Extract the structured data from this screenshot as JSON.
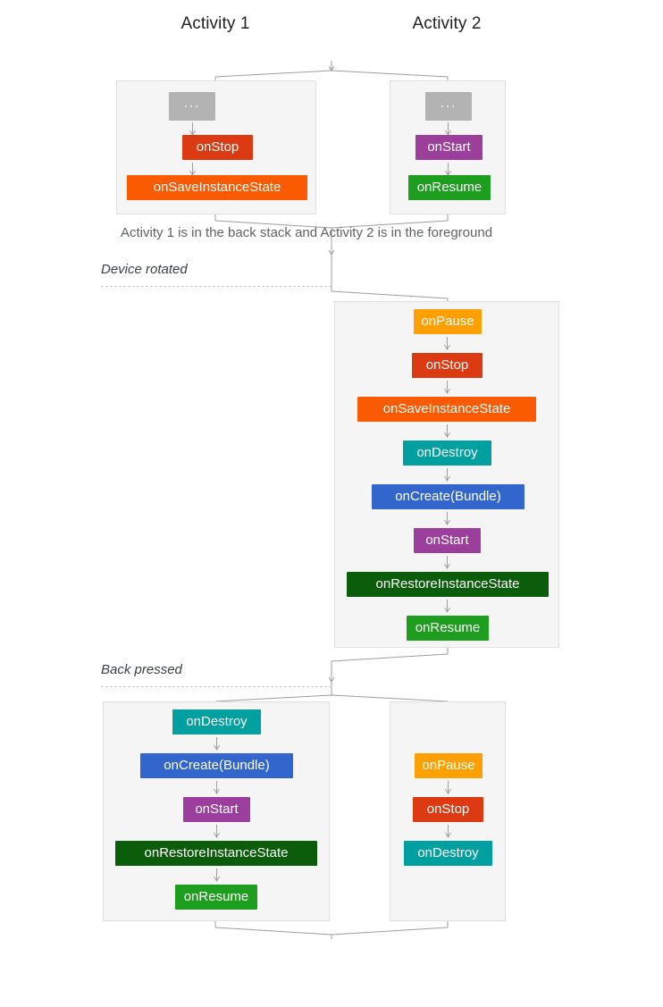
{
  "diagram": {
    "title_columns": [
      {
        "id": "activity1",
        "label": "Activity 1"
      },
      {
        "id": "activity2",
        "label": "Activity 2"
      }
    ],
    "captions": {
      "back_stack_note": "Activity 1 is in the back stack and Activity 2 is in the foreground",
      "device_rotated": "Device rotated",
      "back_pressed": "Back pressed"
    },
    "colors": {
      "onPause": "#FFA000",
      "onStop": "#DB3A12",
      "onSaveInstanceState": "#FB5B00",
      "onDestroy": "#00A0A0",
      "onCreate": "#3366CC",
      "onStart": "#9C3F9C",
      "onRestoreInstanceState": "#0B5D0B",
      "onResume": "#1E9E1E",
      "ellipsis": "#B3B3B3",
      "panel_bg": "#F5F5F5",
      "panel_border": "#E0E0E0",
      "connector": "#9E9E9E",
      "caption_text": "#5F6368",
      "header_text": "#202124"
    },
    "sections": [
      {
        "id": "initial-state",
        "panels": [
          {
            "id": "panel-a1-initial",
            "activity": "Activity 1",
            "nodes": [
              {
                "label": "...",
                "color_key": "ellipsis",
                "kind": "ellipsis"
              },
              {
                "label": "onStop",
                "color_key": "onStop"
              },
              {
                "label": "onSaveInstanceState",
                "color_key": "onSaveInstanceState"
              }
            ]
          },
          {
            "id": "panel-a2-initial",
            "activity": "Activity 2",
            "nodes": [
              {
                "label": "...",
                "color_key": "ellipsis",
                "kind": "ellipsis"
              },
              {
                "label": "onStart",
                "color_key": "onStart"
              },
              {
                "label": "onResume",
                "color_key": "onResume"
              }
            ]
          }
        ]
      },
      {
        "id": "rotated-state",
        "panels": [
          {
            "id": "panel-a2-rotated",
            "activity": "Activity 2",
            "nodes": [
              {
                "label": "onPause",
                "color_key": "onPause"
              },
              {
                "label": "onStop",
                "color_key": "onStop"
              },
              {
                "label": "onSaveInstanceState",
                "color_key": "onSaveInstanceState"
              },
              {
                "label": "onDestroy",
                "color_key": "onDestroy"
              },
              {
                "label": "onCreate(Bundle)",
                "color_key": "onCreate"
              },
              {
                "label": "onStart",
                "color_key": "onStart"
              },
              {
                "label": "onRestoreInstanceState",
                "color_key": "onRestoreInstanceState"
              },
              {
                "label": "onResume",
                "color_key": "onResume"
              }
            ]
          }
        ]
      },
      {
        "id": "back-pressed-state",
        "panels": [
          {
            "id": "panel-a1-back",
            "activity": "Activity 1",
            "nodes": [
              {
                "label": "onDestroy",
                "color_key": "onDestroy"
              },
              {
                "label": "onCreate(Bundle)",
                "color_key": "onCreate"
              },
              {
                "label": "onStart",
                "color_key": "onStart"
              },
              {
                "label": "onRestoreInstanceState",
                "color_key": "onRestoreInstanceState"
              },
              {
                "label": "onResume",
                "color_key": "onResume"
              }
            ]
          },
          {
            "id": "panel-a2-back",
            "activity": "Activity 2",
            "nodes": [
              {
                "label": "onPause",
                "color_key": "onPause"
              },
              {
                "label": "onStop",
                "color_key": "onStop"
              },
              {
                "label": "onDestroy",
                "color_key": "onDestroy"
              }
            ]
          }
        ]
      }
    ]
  }
}
